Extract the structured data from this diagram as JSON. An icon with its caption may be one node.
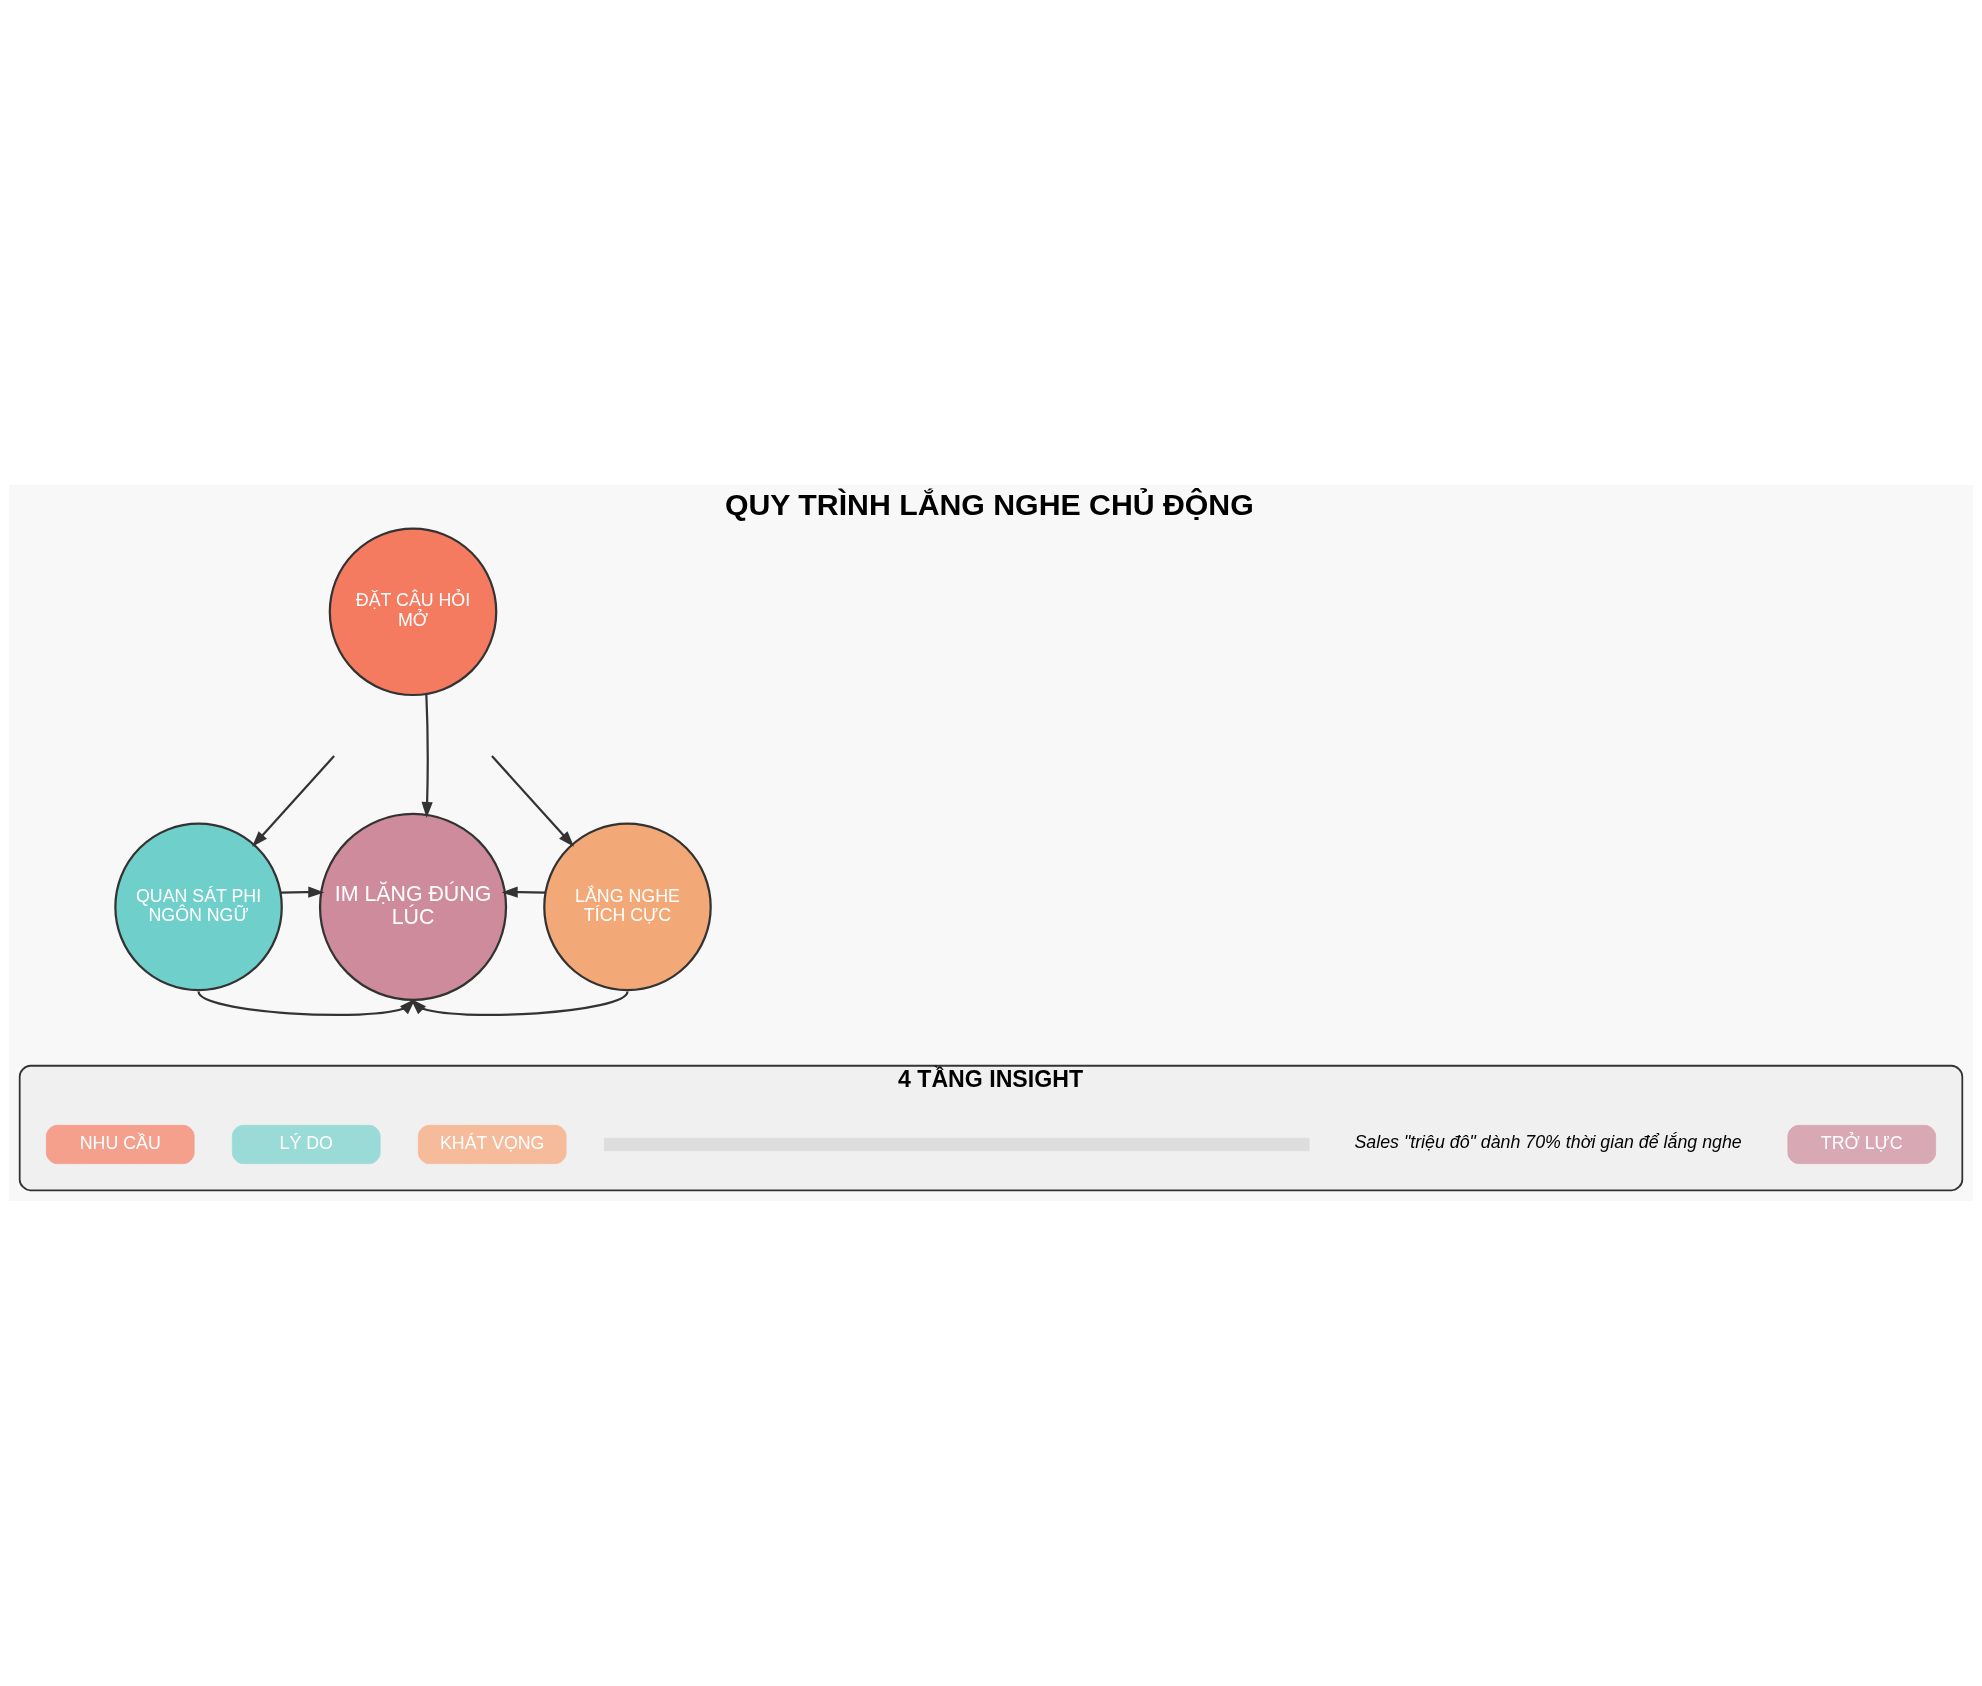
{
  "diagram": {
    "title": "QUY TRÌNH LẮNG NGHE CHỦ ĐỘNG",
    "nodes": [
      {
        "text": [
          "ĐẶT CÂU HỎI MỞ"
        ]
      },
      {
        "text": [
          "QUAN SÁT PHI NGÔN NGỮ"
        ]
      },
      {
        "text": [
          "IM LẶNG ĐÚNG LÚC"
        ]
      },
      {
        "text": [
          "LẮNG NGHE TÍCH CỰC"
        ]
      },
      {
        "text": [
          "4 TẦNG INSIGHT",
          "Sales \"triệu đô\" dành 70% thời gian để lắng nghe"
        ]
      },
      {
        "text": [
          "NHU CẦU"
        ],
        "in": 4
      },
      {
        "text": [
          "LÝ DO"
        ],
        "in": 4
      },
      {
        "text": [
          "KHÁT VỌNG"
        ],
        "in": 4
      },
      {
        "text": [
          "TRỞ LỰC"
        ],
        "in": 4
      },
      {
        "text": [],
        "shape": "bar",
        "in": 4
      }
    ],
    "edges": [
      {
        "from": 0,
        "to": 2,
        "arrow": "to"
      },
      {
        "from": null,
        "to": 1,
        "arrow": "to"
      },
      {
        "from": null,
        "to": 3,
        "arrow": "to"
      },
      {
        "from": 1,
        "to": 2,
        "arrow": "to"
      },
      {
        "from": 3,
        "to": 2,
        "arrow": "to"
      },
      {
        "from": 1,
        "to": 2,
        "arrow": "to"
      },
      {
        "from": 3,
        "to": 2,
        "arrow": "to"
      }
    ]
  }
}
